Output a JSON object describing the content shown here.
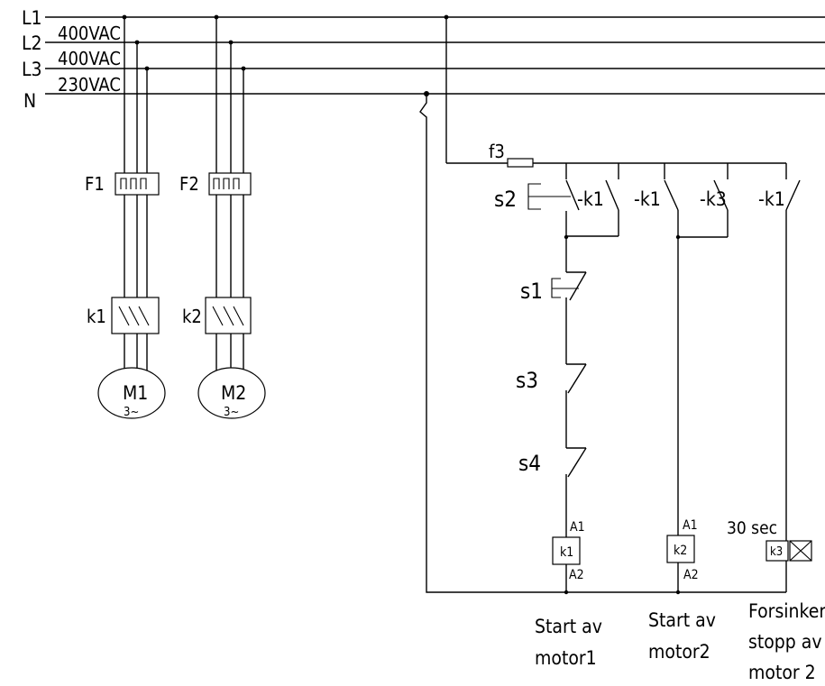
{
  "supply": {
    "phases": [
      "L1",
      "L2",
      "L3",
      "N"
    ],
    "voltages": [
      "400VAC",
      "400VAC",
      "230VAC"
    ]
  },
  "power": {
    "fuse1": "F1",
    "fuse2": "F2",
    "contactor1": "k1",
    "contactor2": "k2",
    "motor1": "M1",
    "motor2": "M2",
    "motor_phase": "3~"
  },
  "control": {
    "fuse": "f3",
    "s2": "s2",
    "s1": "s1",
    "s3": "s3",
    "s4": "s4",
    "contact_k1_a": "-k1",
    "contact_k1_b": "-k1",
    "contact_k3": "-k3",
    "contact_k1_c": "-k1",
    "coil1": "k1",
    "coil2": "k2",
    "coil3": "k3",
    "a1": "A1",
    "a2": "A2",
    "timer": "30 sec"
  },
  "captions": {
    "motor1": [
      "Start av",
      "motor1"
    ],
    "motor2": [
      "Start av",
      "motor2"
    ],
    "delay": [
      "Forsinker",
      "stopp av",
      "motor 2"
    ]
  }
}
